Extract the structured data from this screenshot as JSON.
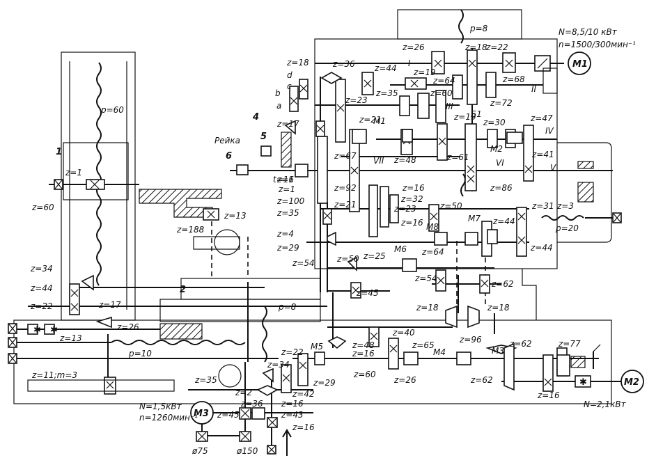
{
  "labels": {
    "motor_m1": "M1",
    "motor_m2": "M2",
    "motor_m3": "M3",
    "power_m1": "N=8,5/10 кВт",
    "speed_m1": "n=1500/300мин⁻¹",
    "power_m2": "N=2,1кВт",
    "power_m3": "N=1,5кВт",
    "speed_m3": "n=1260мин⁻¹",
    "rack": "Рейка",
    "pitch_top": "p=8",
    "pitch_col": "p=60",
    "pitch_mid": "p=8",
    "pitch_bed": "p=10",
    "pitch_right": "p=20",
    "rack_gear": "z=11;m=3",
    "diam_75": "ø75",
    "diam_150": "ø150",
    "t16": "t=16",
    "z1b": "z=1",
    "shaft_I": "I",
    "shaft_II": "II",
    "shaft_III": "III",
    "shaft_IV": "IV",
    "shaft_V": "V",
    "shaft_VI": "VI",
    "shaft_VII": "VII",
    "b1": "Б1",
    "c_m1": "M1",
    "c_m2": "M2",
    "c_m3": "M3",
    "c_m4": "M4",
    "c_m5": "M5",
    "c_m6": "M6",
    "c_m7": "M7",
    "c_m8": "M8",
    "n1": "1",
    "n2": "2",
    "n4": "4",
    "n5": "5",
    "n6": "6",
    "la": "a",
    "lb": "b",
    "lc": "c",
    "ld": "d"
  },
  "gears": {
    "g26": "z=26",
    "g18a": "z=18",
    "g22a": "z=22",
    "g68": "z=68",
    "g44a": "z=44",
    "g36a": "z=36",
    "g18b": "z=18",
    "g19a": "z=19",
    "g64a": "z=64",
    "g35a": "z=35",
    "g60a": "z=60",
    "g72": "z=72",
    "g23a": "z=23",
    "g19b": "z=19",
    "g47": "z=47",
    "g17a": "z=17",
    "g21a": "z=21",
    "g30": "z=30",
    "g41": "z=41",
    "g48a": "z=48",
    "g67": "z=67",
    "g61": "z=61",
    "g92": "z=92",
    "g86": "z=86",
    "g16a": "z=16",
    "g100": "z=100",
    "g21b": "z=21",
    "g32": "z=32",
    "g23b": "z=23",
    "g50a": "z=50",
    "g31": "z=31",
    "g3": "z=3",
    "g35b": "z=35",
    "g16b": "z=16",
    "g13a": "z=13",
    "g188": "z=188",
    "g4": "z=4",
    "g44b": "z=44",
    "g29a": "z=29",
    "g64b": "z=64",
    "g44c": "z=44",
    "g1": "z=1",
    "g60b": "z=60",
    "g50b": "z=50",
    "g25": "z=25",
    "g54a": "z=54",
    "g54b": "z=54",
    "g62a": "z=62",
    "g45a": "z=45",
    "g34a": "z=34",
    "g44d": "z=44",
    "g17b": "z=17",
    "g22b": "z=22",
    "g18c": "z=18",
    "g18d": "z=18",
    "g96": "z=96",
    "g26b": "z=26",
    "g13b": "z=13",
    "g40": "z=40",
    "g48b": "z=48",
    "g16c": "z=16",
    "g65": "z=65",
    "g22c": "z=22",
    "g62b": "z=62",
    "g77": "z=77",
    "g60c": "z=60",
    "g26c": "z=26",
    "g62c": "z=62",
    "g34b": "z=34",
    "g29b": "z=29",
    "g35c": "z=35",
    "g2": "z=2",
    "g42": "z=42",
    "g16d": "z=16",
    "g36b": "z=36",
    "g16e": "z=16",
    "g45b": "z=45",
    "g43": "z=43",
    "g16f": "z=16",
    "g1b": "z=1"
  }
}
